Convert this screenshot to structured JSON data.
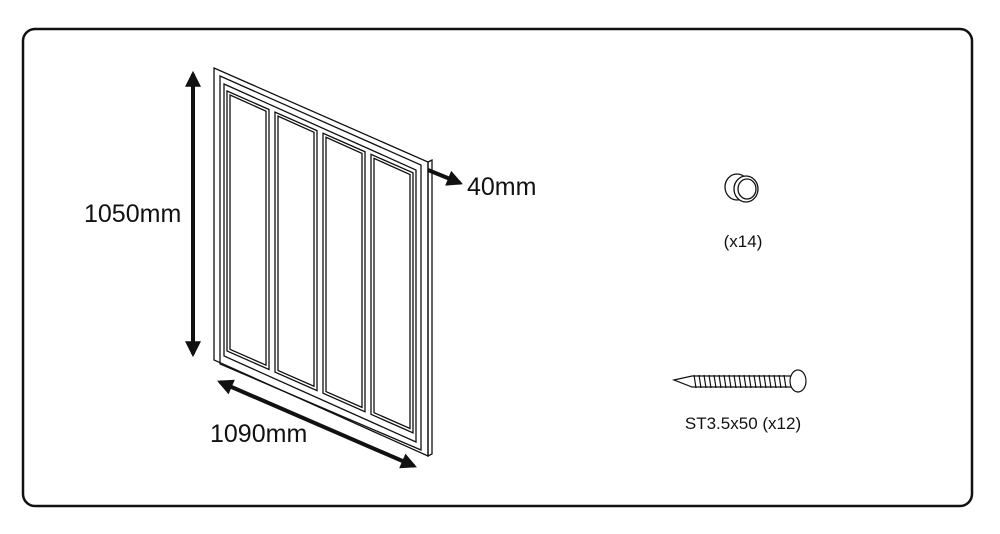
{
  "panel": {
    "height_label": "1050mm",
    "width_label": "1090mm",
    "depth_label": "40mm",
    "pane_count": 4
  },
  "parts": [
    {
      "name": "knob",
      "label": "(x14)"
    },
    {
      "name": "screw",
      "label": "ST3.5x50 (x12)"
    }
  ],
  "colors": {
    "line": "#111111",
    "background": "#ffffff"
  }
}
